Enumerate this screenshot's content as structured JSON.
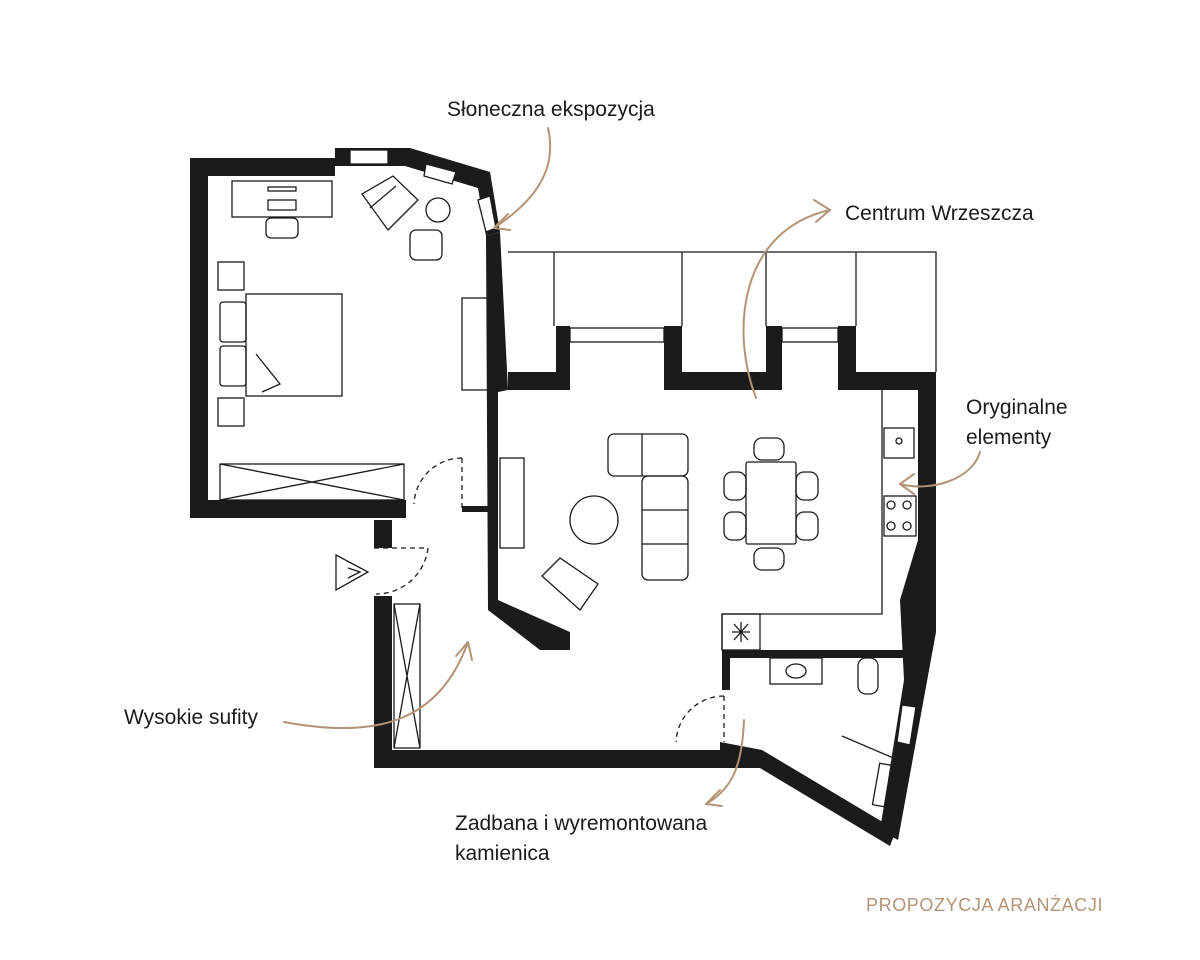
{
  "labels": {
    "sunny": "Słoneczna ekspozycja",
    "center": "Centrum Wrzeszcza",
    "original_1": "Oryginalne",
    "original_2": "elementy",
    "ceilings": "Wysokie sufity",
    "building_1": "Zadbana i wyremontowana",
    "building_2": "kamienica"
  },
  "caption": "PROPOZYCJA ARANŻACJI",
  "colors": {
    "wall": "#1b1b1b",
    "accent": "#b39474",
    "text": "#1b1b1b"
  }
}
